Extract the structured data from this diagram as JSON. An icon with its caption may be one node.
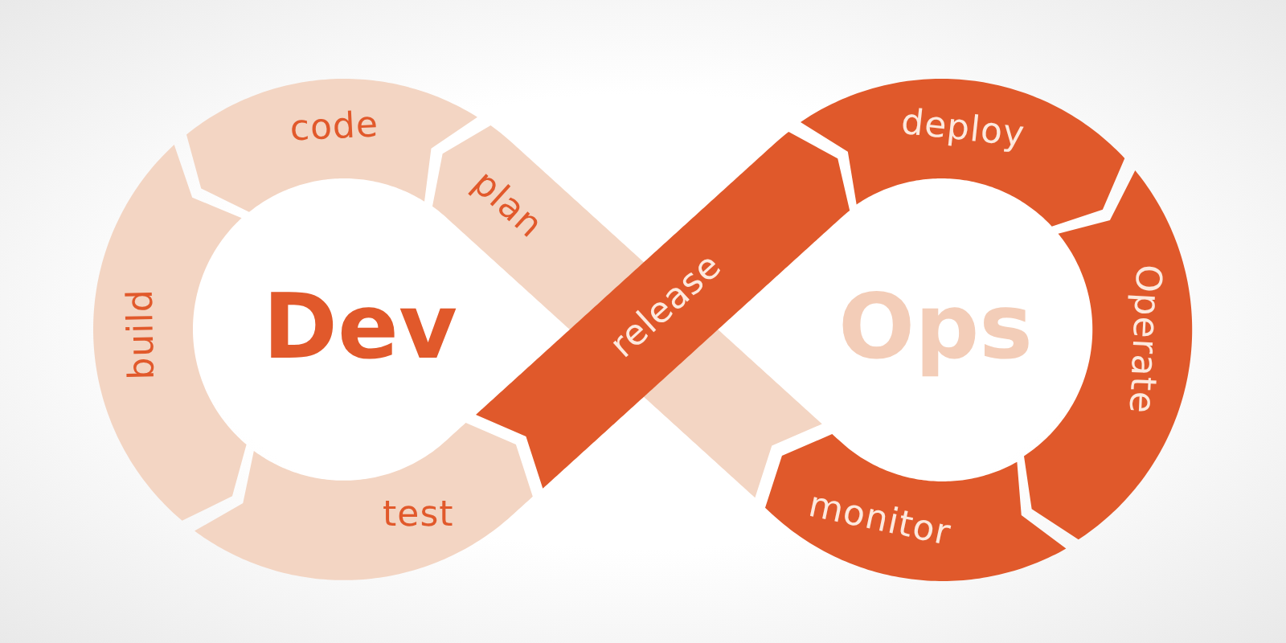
{
  "diagram": {
    "nodes": [
      {
        "text": [
          "plan"
        ]
      },
      {
        "text": [
          "code"
        ]
      },
      {
        "text": [
          "build"
        ]
      },
      {
        "text": [
          "test"
        ]
      },
      {
        "text": [
          "release"
        ]
      },
      {
        "text": [
          "deploy"
        ]
      },
      {
        "text": [
          "Operate"
        ]
      },
      {
        "text": [
          "monitor"
        ]
      }
    ],
    "labels": [
      "Dev",
      "Ops"
    ]
  }
}
